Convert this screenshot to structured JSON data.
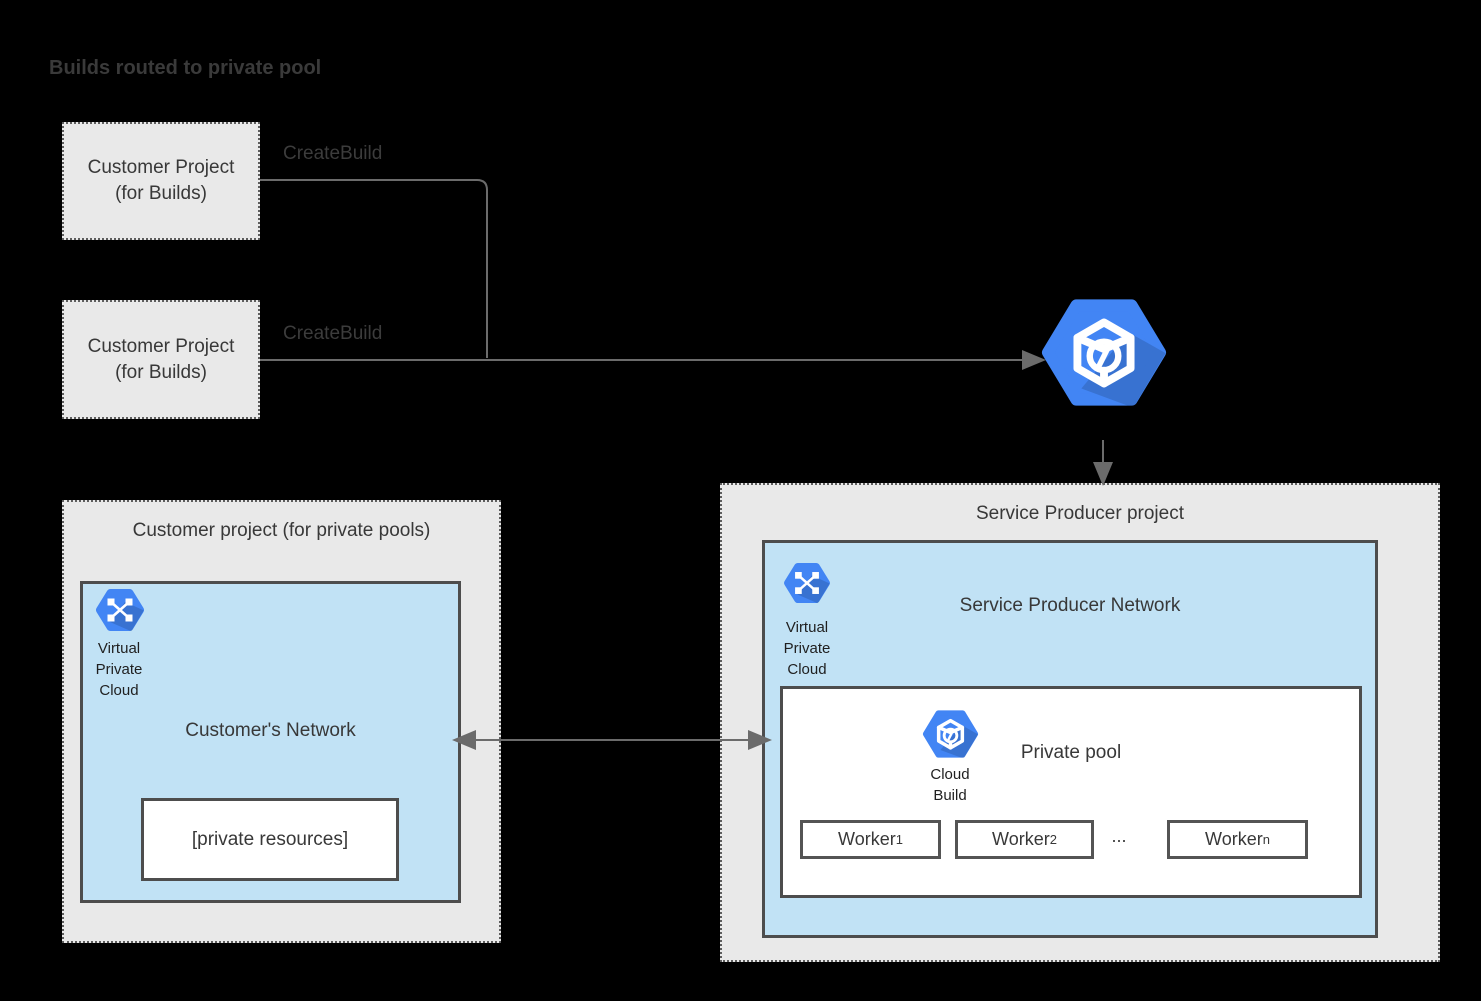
{
  "title": "Builds routed to private pool",
  "colors": {
    "icon_blue": "#4285F4",
    "network_fill": "#C1E2F5",
    "project_fill": "#E9E9E9",
    "solid_border": "#4D4D4D",
    "connector_gray": "#6B6B6B"
  },
  "customer_build_projects": [
    {
      "label": "Customer Project\n(for Builds)"
    },
    {
      "label": "Customer Project\n(for Builds)"
    }
  ],
  "connector_labels": [
    {
      "text": "CreateBuild"
    },
    {
      "text": "CreateBuild"
    }
  ],
  "service_producer_project": {
    "title": "Service Producer project",
    "network": {
      "title": "Service Producer Network",
      "vpc_caption": "Virtual\nPrivate\nCloud",
      "private_pool": {
        "title": "Private pool",
        "cloud_build_caption": "Cloud\nBuild",
        "workers": [
          {
            "name": "Worker",
            "sub": "1"
          },
          {
            "name": "Worker",
            "sub": "2"
          },
          {
            "name": "Worker",
            "sub": "n"
          }
        ],
        "ellipsis": "..."
      }
    }
  },
  "customer_pools_project": {
    "title": "Customer project (for private pools)",
    "network": {
      "title": "Customer's Network",
      "vpc_caption": "Virtual\nPrivate\nCloud",
      "private_resources": "[private resources]"
    }
  }
}
